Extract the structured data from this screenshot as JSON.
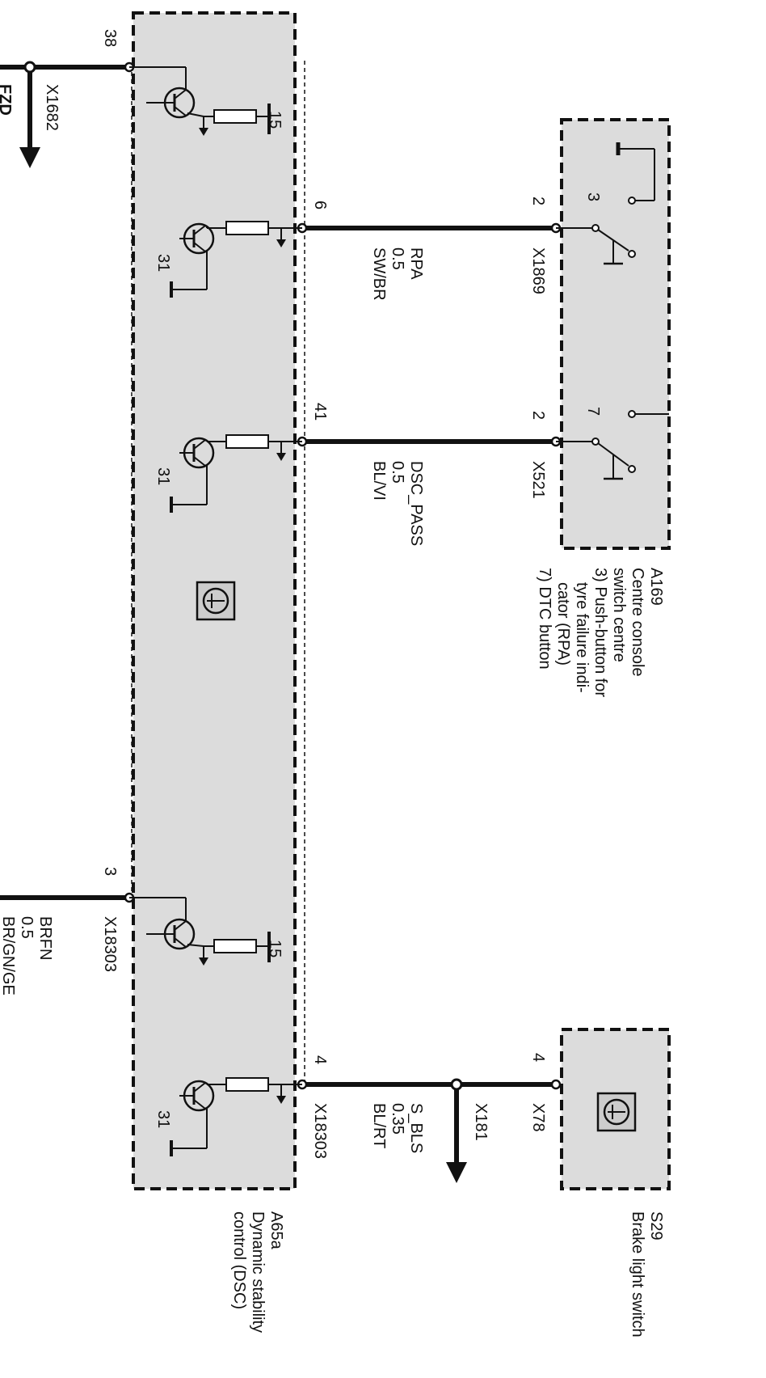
{
  "modules": {
    "dsc": {
      "id": "A65a",
      "name": "Dynamic stability control (DSC)"
    },
    "switch_centre": {
      "id": "A169",
      "name_lines": [
        "Centre console",
        "switch centre",
        "3) Push-button for",
        "tyre failure indi-",
        "cator (RPA)",
        "7) DTC button"
      ]
    },
    "brake_switch": {
      "id": "S29",
      "name": "Brake light switch"
    }
  },
  "pins": {
    "p38": "38",
    "p6": "6",
    "p41": "41",
    "p3": "3",
    "p4_dsc": "4",
    "p2_a": "2",
    "p2_b": "2",
    "p4_s29": "4",
    "p3_sw": "3",
    "p7_sw": "7"
  },
  "supply": {
    "a": "15",
    "b": "15"
  },
  "ground": {
    "a": "31",
    "b": "31",
    "c": "31"
  },
  "connectors": {
    "x1682": "X1682",
    "x1869": "X1869",
    "x521": "X521",
    "x18303_top": "X18303",
    "x18303_bottom": "X18303",
    "x181": "X181",
    "x78": "X78"
  },
  "wires": {
    "rpa": {
      "name": "RPA",
      "size": "0.5",
      "color": "SW/BR"
    },
    "dsc_pass": {
      "name": "DSC_PASS",
      "size": "0.5",
      "color": "BL/VI"
    },
    "s_bls": {
      "name": "S_BLS",
      "size": "0.35",
      "color": "BL/RT"
    },
    "brfn": {
      "name": "BRFN",
      "size": "0.5",
      "color": "BR/GN/GE"
    },
    "cut_label": "FZD"
  }
}
